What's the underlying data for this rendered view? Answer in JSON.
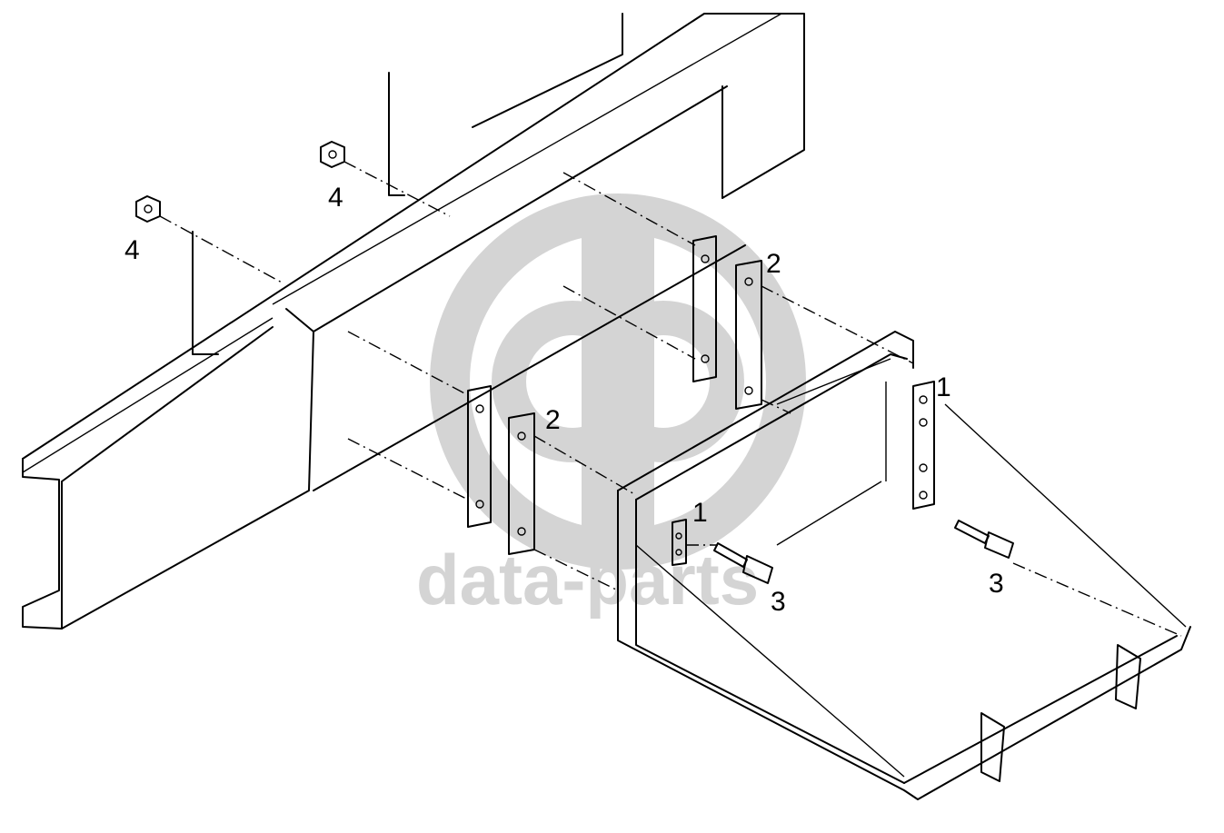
{
  "watermark": {
    "text": "data-parts",
    "color": "#d4d4d4"
  },
  "callouts": {
    "bracket_left": "1",
    "bracket_right": "1",
    "plate_left": "2",
    "plate_right": "2",
    "bolt_left": "3",
    "bolt_right": "3",
    "nut_left": "4",
    "nut_right": "4"
  }
}
